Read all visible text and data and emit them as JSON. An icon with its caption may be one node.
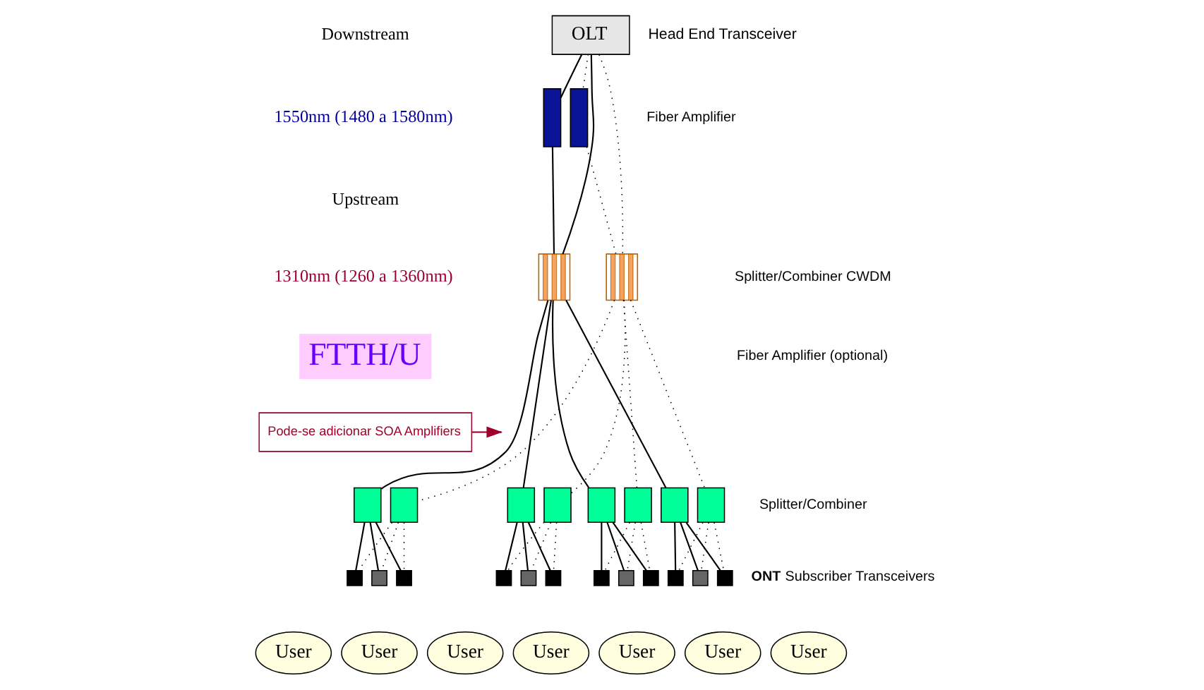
{
  "diagram": {
    "nodes": [
      {
        "text": [
          "OLT"
        ],
        "beside": [
          "Head End Transceiver"
        ]
      },
      {
        "text": [],
        "shape": "box"
      },
      {
        "text": [],
        "shape": "box"
      },
      {
        "text": [],
        "shape": "box"
      },
      {
        "text": [],
        "shape": "box"
      },
      {
        "text": [],
        "shape": "box"
      },
      {
        "text": [],
        "shape": "box"
      },
      {
        "text": [],
        "shape": "box"
      },
      {
        "text": [],
        "shape": "box"
      },
      {
        "text": [],
        "shape": "box"
      },
      {
        "text": [],
        "shape": "box"
      },
      {
        "text": [],
        "shape": "box"
      },
      {
        "text": [],
        "shape": "box"
      },
      {
        "text": [],
        "shape": "box"
      },
      {
        "text": [],
        "shape": "box"
      },
      {
        "text": [],
        "shape": "box"
      },
      {
        "text": [],
        "shape": "box"
      },
      {
        "text": [],
        "shape": "box"
      },
      {
        "text": [],
        "shape": "box"
      },
      {
        "text": [],
        "shape": "box"
      },
      {
        "text": [],
        "shape": "box"
      },
      {
        "text": [],
        "shape": "box"
      },
      {
        "text": [],
        "shape": "box"
      },
      {
        "text": [],
        "shape": "box"
      },
      {
        "text": [],
        "shape": "box"
      },
      {
        "text": [
          "User"
        ]
      },
      {
        "text": [
          "User"
        ]
      },
      {
        "text": [
          "User"
        ]
      },
      {
        "text": [
          "User"
        ]
      },
      {
        "text": [
          "User"
        ]
      },
      {
        "text": [
          "User"
        ]
      },
      {
        "text": [
          "User"
        ]
      },
      {
        "text": [
          "Pode-se adicionar SOA Amplifiers"
        ]
      },
      {
        "text": [
          "FTTH/U"
        ]
      }
    ],
    "edges": [
      {
        "from": 0,
        "to": 1,
        "arrow": "none"
      },
      {
        "from": 0,
        "to": 3,
        "arrow": "none"
      },
      {
        "from": 0,
        "to": 4,
        "arrow": "none",
        "style": "dashed"
      },
      {
        "from": 0,
        "to": 2,
        "arrow": "none",
        "style": "dashed"
      },
      {
        "from": 1,
        "to": 3,
        "arrow": "none"
      },
      {
        "from": 2,
        "to": 4,
        "arrow": "none",
        "style": "dashed"
      },
      {
        "from": 3,
        "to": 5,
        "arrow": "none"
      },
      {
        "from": 3,
        "to": 7,
        "arrow": "none"
      },
      {
        "from": 3,
        "to": 9,
        "arrow": "none"
      },
      {
        "from": 3,
        "to": 11,
        "arrow": "none"
      },
      {
        "from": 4,
        "to": 6,
        "arrow": "none",
        "style": "dashed"
      },
      {
        "from": 4,
        "to": 8,
        "arrow": "none",
        "style": "dashed"
      },
      {
        "from": 4,
        "to": 10,
        "arrow": "none",
        "style": "dashed"
      },
      {
        "from": 4,
        "to": 12,
        "arrow": "none",
        "style": "dashed"
      },
      {
        "from": 5,
        "to": 13,
        "arrow": "none"
      },
      {
        "from": 5,
        "to": 14,
        "arrow": "none"
      },
      {
        "from": 5,
        "to": 15,
        "arrow": "none"
      },
      {
        "from": 6,
        "to": 13,
        "arrow": "none",
        "style": "dashed"
      },
      {
        "from": 6,
        "to": 14,
        "arrow": "none",
        "style": "dashed"
      },
      {
        "from": 6,
        "to": 15,
        "arrow": "none",
        "style": "dashed"
      },
      {
        "from": 7,
        "to": 16,
        "arrow": "none"
      },
      {
        "from": 7,
        "to": 17,
        "arrow": "none"
      },
      {
        "from": 7,
        "to": 18,
        "arrow": "none"
      },
      {
        "from": 8,
        "to": 16,
        "arrow": "none",
        "style": "dashed"
      },
      {
        "from": 8,
        "to": 17,
        "arrow": "none",
        "style": "dashed"
      },
      {
        "from": 8,
        "to": 18,
        "arrow": "none",
        "style": "dashed"
      },
      {
        "from": 9,
        "to": 19,
        "arrow": "none"
      },
      {
        "from": 9,
        "to": 20,
        "arrow": "none"
      },
      {
        "from": 9,
        "to": 21,
        "arrow": "none"
      },
      {
        "from": 10,
        "to": 19,
        "arrow": "none",
        "style": "dashed"
      },
      {
        "from": 10,
        "to": 20,
        "arrow": "none",
        "style": "dashed"
      },
      {
        "from": 10,
        "to": 21,
        "arrow": "none",
        "style": "dashed"
      },
      {
        "from": 11,
        "to": 22,
        "arrow": "none"
      },
      {
        "from": 11,
        "to": 23,
        "arrow": "none"
      },
      {
        "from": 11,
        "to": 24,
        "arrow": "none"
      },
      {
        "from": 12,
        "to": 22,
        "arrow": "none",
        "style": "dashed"
      },
      {
        "from": 12,
        "to": 23,
        "arrow": "none",
        "style": "dashed"
      },
      {
        "from": 12,
        "to": 24,
        "arrow": "none",
        "style": "dashed"
      },
      {
        "from": 32,
        "to": null,
        "arrow": "to",
        "color": "#a0002a"
      }
    ],
    "labels": [
      "Downstream",
      "1550nm (1480 a 1580nm)",
      "Upstream",
      "1310nm (1260 a 1360nm)",
      "Fiber Amplifier",
      "Splitter/Combiner CWDM",
      "Fiber Amplifier (optional)",
      "Splitter/Combiner",
      "**ONT** Subscriber Transceivers"
    ]
  }
}
